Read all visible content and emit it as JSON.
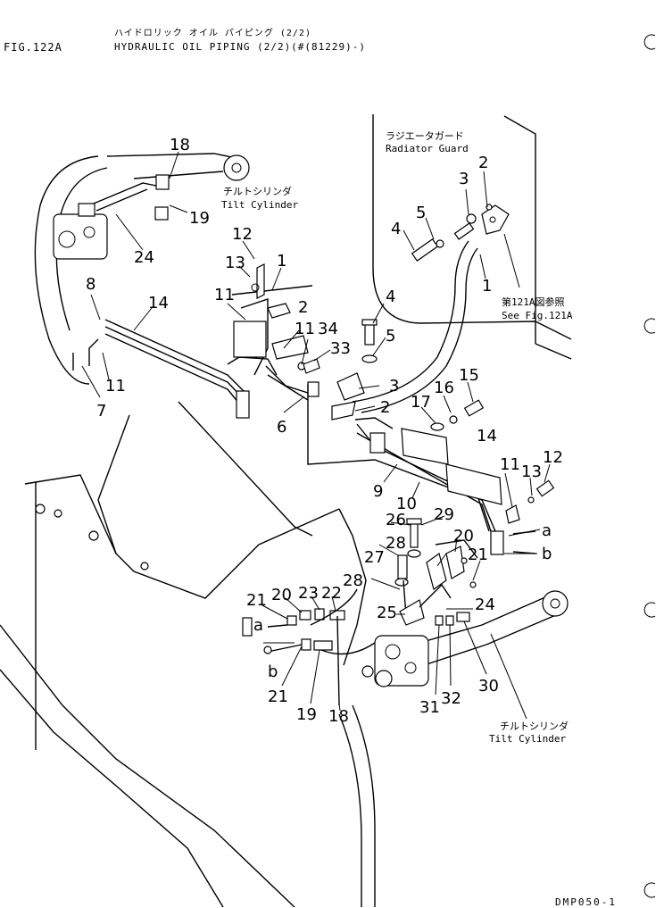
{
  "header": {
    "figure_id": "FIG.122A",
    "title_jp": "ハイドロリック オイル パイピング (2/2)",
    "title_en": "HYDRAULIC OIL PIPING (2/2)(#(81229)-)"
  },
  "labels": {
    "radiator_guard_jp": "ラジエータガード",
    "radiator_guard_en": "Radiator Guard",
    "tilt_cylinder_jp_top": "チルトシリンダ",
    "tilt_cylinder_en_top": "Tilt Cylinder",
    "see_fig_jp": "第121A図参照",
    "see_fig_en": "See Fig.121A",
    "tilt_cylinder_jp_bottom": "チルトシリンダ",
    "tilt_cylinder_en_bottom": "Tilt Cylinder",
    "connector_a": "a",
    "connector_b": "b"
  },
  "callouts": {
    "c18_top": "18",
    "c19_top": "19",
    "c24_top": "24",
    "c8": "8",
    "c14_left": "14",
    "c11_left": "11",
    "c7": "7",
    "c12_top": "12",
    "c13_top": "13",
    "c1_mid": "1",
    "c11_mid": "11",
    "c2_mid": "2",
    "c34": "34",
    "c11_mid2": "11",
    "c33": "33",
    "c6": "6",
    "c4_mid": "4",
    "c5_mid": "5",
    "c3_mid": "3",
    "c2_mid2": "2",
    "c3_right": "3",
    "c2_right": "2",
    "c5_right": "5",
    "c4_right": "4",
    "c1_right": "1",
    "c15": "15",
    "c16": "16",
    "c17": "17",
    "c14_right": "14",
    "c11_right": "11",
    "c13_right": "13",
    "c12_right": "12",
    "c9": "9",
    "c10": "10",
    "c26": "26",
    "c29": "29",
    "c28_a": "28",
    "c27": "27",
    "c20_right": "20",
    "c21_right": "21",
    "c28_b": "28",
    "c24_bottom": "24",
    "c25": "25",
    "c21_left": "21",
    "c20_left": "20",
    "c23": "23",
    "c22": "22",
    "c21_bottom": "21",
    "c19_bottom": "19",
    "c18_bottom": "18",
    "c31": "31",
    "c32": "32",
    "c30": "30"
  },
  "footer": {
    "code": "DMP050-1"
  }
}
